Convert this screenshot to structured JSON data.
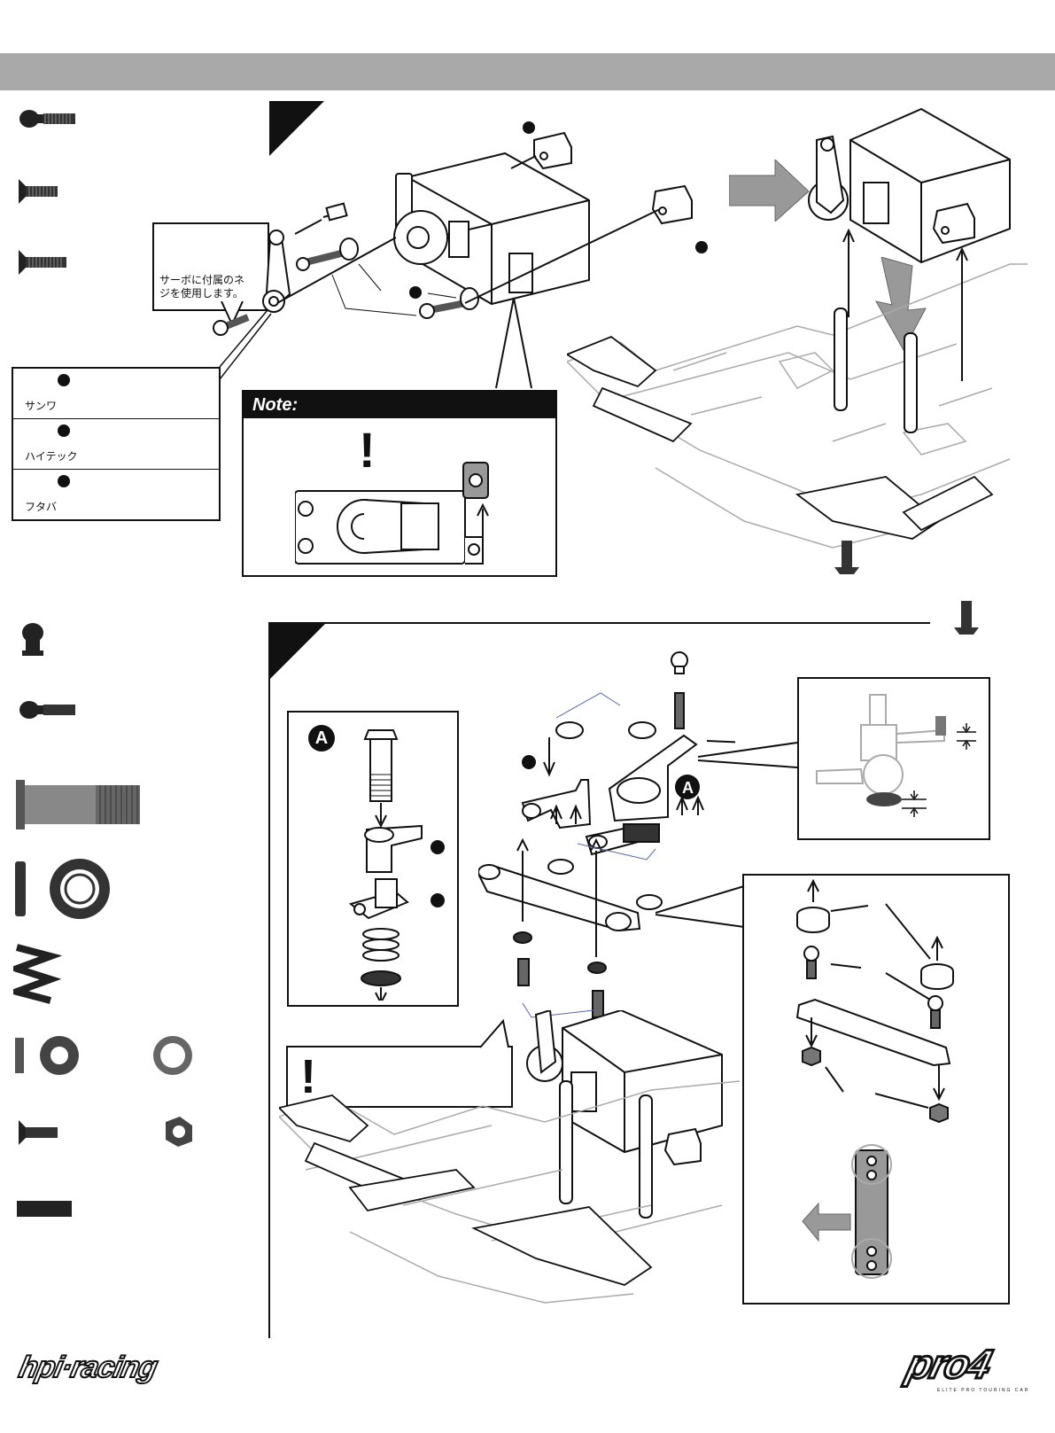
{
  "header": {
    "bar_color": "#a9a9a9"
  },
  "step1": {
    "callout_text_line1": "サーボに付属のネ",
    "callout_text_line2": "ジを使用します。",
    "servo_brands": [
      {
        "name": "サンワ"
      },
      {
        "name": "ハイテック"
      },
      {
        "name": "フタバ"
      }
    ],
    "note": {
      "title": "Note:",
      "mark": "!"
    }
  },
  "step2": {
    "detail_label": "A",
    "caution_mark": "!"
  },
  "footer": {
    "left_logo": "hpi·racing",
    "right_logo": "pro4",
    "right_tagline": "ELITE PRO TOURING CAR"
  }
}
